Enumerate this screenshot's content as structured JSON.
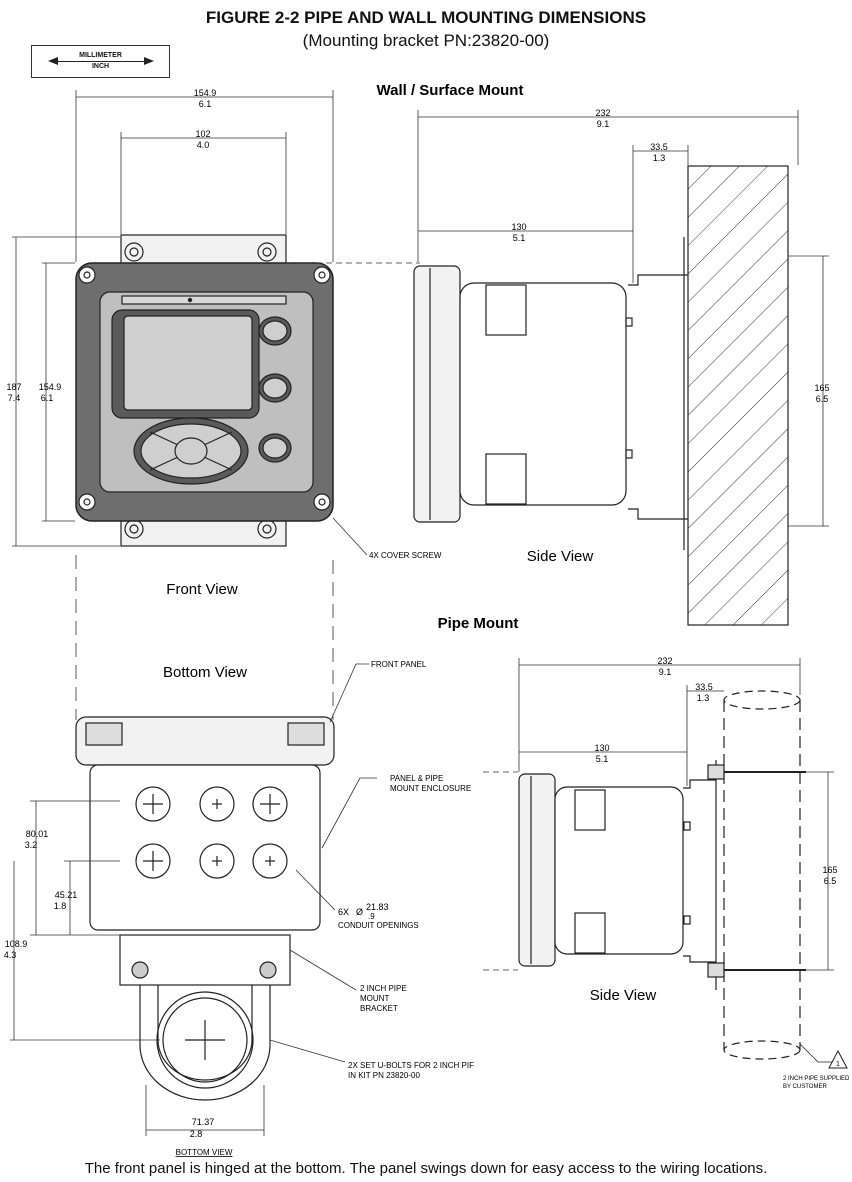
{
  "title": "FIGURE 2-2 PIPE AND WALL MOUNTING DIMENSIONS",
  "subtitle": "(Mounting bracket PN:23820-00)",
  "units_legend": {
    "top": "MILLIMETER",
    "bottom": "INCH"
  },
  "sections": {
    "wall": "Wall / Surface Mount",
    "pipe": "Pipe Mount"
  },
  "views": {
    "front": "Front View",
    "bottom": "Bottom View",
    "side_wall": "Side View",
    "side_pipe": "Side View",
    "bottom_caption": "BOTTOM VIEW"
  },
  "dimensions": {
    "front_outer_w": {
      "mm": "154.9",
      "in": "6.1"
    },
    "front_inner_w": {
      "mm": "102",
      "in": "4.0"
    },
    "front_total_h": {
      "mm": "187",
      "in": "7.4"
    },
    "front_body_h": {
      "mm": "154.9",
      "in": "6.1"
    },
    "wall_total_depth": {
      "mm": "232",
      "in": "9.1"
    },
    "wall_bracket_depth": {
      "mm": "33.5",
      "in": "1.3"
    },
    "wall_body_depth": {
      "mm": "130",
      "in": "5.1"
    },
    "wall_height": {
      "mm": "165",
      "in": "6.5"
    },
    "bottom_row1": {
      "mm": "80.01",
      "in": "3.2"
    },
    "bottom_row2": {
      "mm": "45.21",
      "in": "1.8"
    },
    "bottom_total": {
      "mm": "108.9",
      "in": "4.3"
    },
    "bottom_pipe_w": {
      "mm": "71.37",
      "in": "2.8"
    },
    "pipe_total_depth": {
      "mm": "232",
      "in": "9.1"
    },
    "pipe_bracket_depth": {
      "mm": "33.5",
      "in": "1.3"
    },
    "pipe_body_depth": {
      "mm": "130",
      "in": "5.1"
    },
    "pipe_height": {
      "mm": "165",
      "in": "6.5"
    },
    "conduit_count": "6X",
    "conduit_symbol": "Ø",
    "conduit_mm": "21.83",
    "conduit_in": ".9"
  },
  "callouts": {
    "cover_screw": "4X COVER SCREW",
    "front_panel": "FRONT PANEL",
    "enclosure_1": "PANEL & PIPE",
    "enclosure_2": "MOUNT ENCLOSURE",
    "conduit": "CONDUIT OPENINGS",
    "pipe_bracket_1": "2 INCH PIPE",
    "pipe_bracket_2": "MOUNT",
    "pipe_bracket_3": "BRACKET",
    "ubolts_1": "2X SET U-BOLTS FOR 2 INCH PIF",
    "ubolts_2": "IN KIT PN 23820-00",
    "pipe_customer_1": "2 INCH PIPE SUPPLIED",
    "pipe_customer_2": "BY CUSTOMER",
    "warning_mark": "1"
  },
  "footer": "The front panel is hinged at the bottom.  The panel swings down for easy access to the wiring locations."
}
